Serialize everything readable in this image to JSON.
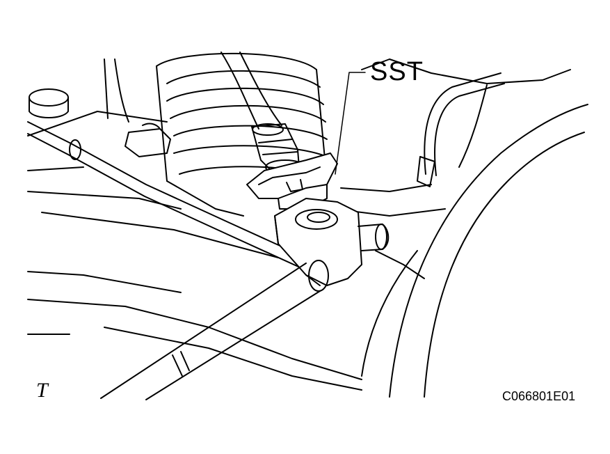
{
  "figure": {
    "callout_label": "SST",
    "view_mark": "T",
    "figure_code": "C066801E01"
  },
  "colors": {
    "line": "#000000",
    "background": "#ffffff"
  }
}
